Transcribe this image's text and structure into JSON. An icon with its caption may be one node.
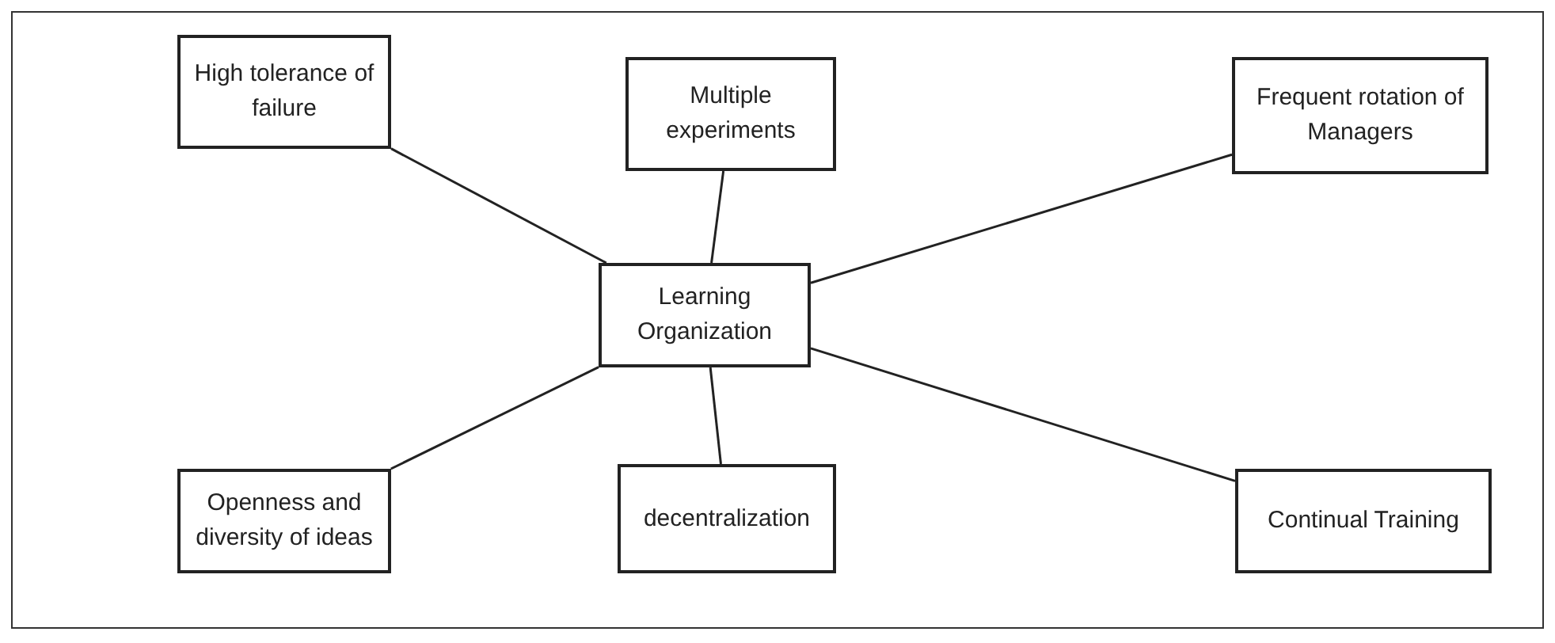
{
  "diagram": {
    "nodes": [
      {
        "text": [
          "Learning Organization"
        ]
      },
      {
        "text": [
          "High tolerance of failure"
        ]
      },
      {
        "text": [
          "Multiple experiments"
        ]
      },
      {
        "text": [
          "Frequent rotation of Managers"
        ]
      },
      {
        "text": [
          "Openness and diversity of ideas"
        ]
      },
      {
        "text": [
          "decentralization"
        ]
      },
      {
        "text": [
          "Continual Training"
        ]
      }
    ],
    "edges": [
      {
        "from": 0,
        "to": 1,
        "arrow": "none"
      },
      {
        "from": 0,
        "to": 2,
        "arrow": "none"
      },
      {
        "from": 0,
        "to": 3,
        "arrow": "none"
      },
      {
        "from": 0,
        "to": 4,
        "arrow": "none"
      },
      {
        "from": 0,
        "to": 5,
        "arrow": "none"
      },
      {
        "from": 0,
        "to": 6,
        "arrow": "none"
      }
    ]
  }
}
